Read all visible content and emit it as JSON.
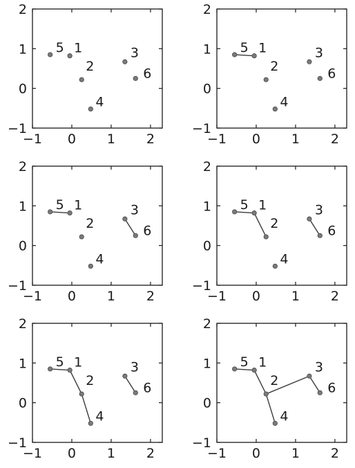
{
  "chart_data": [
    {
      "type": "scatter",
      "title": "",
      "xlabel": "",
      "ylabel": "",
      "xlim": [
        -1,
        2.3
      ],
      "ylim": [
        -1,
        2
      ],
      "xticks": [
        -1,
        0,
        1,
        2
      ],
      "yticks": [
        -1,
        0,
        1,
        2
      ],
      "grid": false,
      "points": [
        {
          "label": "1",
          "x": -0.05,
          "y": 0.82
        },
        {
          "label": "2",
          "x": 0.25,
          "y": 0.22
        },
        {
          "label": "3",
          "x": 1.35,
          "y": 0.67
        },
        {
          "label": "4",
          "x": 0.48,
          "y": -0.52
        },
        {
          "label": "5",
          "x": -0.55,
          "y": 0.85
        },
        {
          "label": "6",
          "x": 1.62,
          "y": 0.25
        }
      ],
      "edges": []
    },
    {
      "type": "scatter",
      "title": "",
      "xlabel": "",
      "ylabel": "",
      "xlim": [
        -1,
        2.3
      ],
      "ylim": [
        -1,
        2
      ],
      "xticks": [
        -1,
        0,
        1,
        2
      ],
      "yticks": [
        -1,
        0,
        1,
        2
      ],
      "grid": false,
      "points": [
        {
          "label": "1",
          "x": -0.05,
          "y": 0.82
        },
        {
          "label": "2",
          "x": 0.25,
          "y": 0.22
        },
        {
          "label": "3",
          "x": 1.35,
          "y": 0.67
        },
        {
          "label": "4",
          "x": 0.48,
          "y": -0.52
        },
        {
          "label": "5",
          "x": -0.55,
          "y": 0.85
        },
        {
          "label": "6",
          "x": 1.62,
          "y": 0.25
        }
      ],
      "edges": [
        [
          "5",
          "1"
        ]
      ]
    },
    {
      "type": "scatter",
      "title": "",
      "xlabel": "",
      "ylabel": "",
      "xlim": [
        -1,
        2.3
      ],
      "ylim": [
        -1,
        2
      ],
      "xticks": [
        -1,
        0,
        1,
        2
      ],
      "yticks": [
        -1,
        0,
        1,
        2
      ],
      "grid": false,
      "points": [
        {
          "label": "1",
          "x": -0.05,
          "y": 0.82
        },
        {
          "label": "2",
          "x": 0.25,
          "y": 0.22
        },
        {
          "label": "3",
          "x": 1.35,
          "y": 0.67
        },
        {
          "label": "4",
          "x": 0.48,
          "y": -0.52
        },
        {
          "label": "5",
          "x": -0.55,
          "y": 0.85
        },
        {
          "label": "6",
          "x": 1.62,
          "y": 0.25
        }
      ],
      "edges": [
        [
          "5",
          "1"
        ],
        [
          "3",
          "6"
        ]
      ]
    },
    {
      "type": "scatter",
      "title": "",
      "xlabel": "",
      "ylabel": "",
      "xlim": [
        -1,
        2.3
      ],
      "ylim": [
        -1,
        2
      ],
      "xticks": [
        -1,
        0,
        1,
        2
      ],
      "yticks": [
        -1,
        0,
        1,
        2
      ],
      "grid": false,
      "points": [
        {
          "label": "1",
          "x": -0.05,
          "y": 0.82
        },
        {
          "label": "2",
          "x": 0.25,
          "y": 0.22
        },
        {
          "label": "3",
          "x": 1.35,
          "y": 0.67
        },
        {
          "label": "4",
          "x": 0.48,
          "y": -0.52
        },
        {
          "label": "5",
          "x": -0.55,
          "y": 0.85
        },
        {
          "label": "6",
          "x": 1.62,
          "y": 0.25
        }
      ],
      "edges": [
        [
          "5",
          "1"
        ],
        [
          "1",
          "2"
        ],
        [
          "3",
          "6"
        ]
      ]
    },
    {
      "type": "scatter",
      "title": "",
      "xlabel": "",
      "ylabel": "",
      "xlim": [
        -1,
        2.3
      ],
      "ylim": [
        -1,
        2
      ],
      "xticks": [
        -1,
        0,
        1,
        2
      ],
      "yticks": [
        -1,
        0,
        1,
        2
      ],
      "grid": false,
      "points": [
        {
          "label": "1",
          "x": -0.05,
          "y": 0.82
        },
        {
          "label": "2",
          "x": 0.25,
          "y": 0.22
        },
        {
          "label": "3",
          "x": 1.35,
          "y": 0.67
        },
        {
          "label": "4",
          "x": 0.48,
          "y": -0.52
        },
        {
          "label": "5",
          "x": -0.55,
          "y": 0.85
        },
        {
          "label": "6",
          "x": 1.62,
          "y": 0.25
        }
      ],
      "edges": [
        [
          "5",
          "1"
        ],
        [
          "1",
          "2"
        ],
        [
          "2",
          "4"
        ],
        [
          "3",
          "6"
        ]
      ]
    },
    {
      "type": "scatter",
      "title": "",
      "xlabel": "",
      "ylabel": "",
      "xlim": [
        -1,
        2.3
      ],
      "ylim": [
        -1,
        2
      ],
      "xticks": [
        -1,
        0,
        1,
        2
      ],
      "yticks": [
        -1,
        0,
        1,
        2
      ],
      "grid": false,
      "points": [
        {
          "label": "1",
          "x": -0.05,
          "y": 0.82
        },
        {
          "label": "2",
          "x": 0.25,
          "y": 0.22
        },
        {
          "label": "3",
          "x": 1.35,
          "y": 0.67
        },
        {
          "label": "4",
          "x": 0.48,
          "y": -0.52
        },
        {
          "label": "5",
          "x": -0.55,
          "y": 0.85
        },
        {
          "label": "6",
          "x": 1.62,
          "y": 0.25
        }
      ],
      "edges": [
        [
          "5",
          "1"
        ],
        [
          "1",
          "2"
        ],
        [
          "2",
          "4"
        ],
        [
          "2",
          "3"
        ],
        [
          "3",
          "6"
        ]
      ]
    }
  ],
  "colors": {
    "axis": "#1a1a1a",
    "marker": "#7a7a7a",
    "line": "#3a3a3a"
  }
}
